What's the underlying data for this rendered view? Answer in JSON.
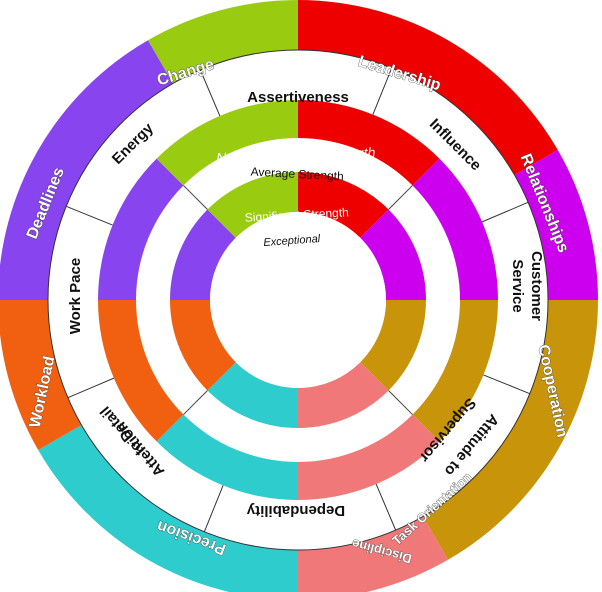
{
  "outer_ring": [
    {
      "label": "Leadership",
      "color": "#ee0000"
    },
    {
      "label": "Relationships",
      "color": "#cc00ee"
    },
    {
      "label": "Cooperation",
      "color": "#c8940a"
    },
    {
      "label": "Task Orientation",
      "color": "#f07878"
    },
    {
      "label": "Discipline",
      "color": "#f07878"
    },
    {
      "label": "Precision",
      "color": "#2ecccc"
    },
    {
      "label": "Workload",
      "color": "#f06010"
    },
    {
      "label": "Deadlines",
      "color": "#8844ee"
    },
    {
      "label": "Change",
      "color": "#99cc11"
    }
  ],
  "middle_ring": [
    {
      "label": "Assertiveness"
    },
    {
      "label": "Influence"
    },
    {
      "label": "Customer Service"
    },
    {
      "label": "Attitude to Supervisor"
    },
    {
      "label": "Dependability"
    },
    {
      "label": "Attention to Detail"
    },
    {
      "label": "Work Pace"
    },
    {
      "label": "Energy"
    }
  ],
  "levels": [
    {
      "label": "Not A Significant Strength"
    },
    {
      "label": "Average Strength"
    },
    {
      "label": "Significant Strength"
    },
    {
      "label": "Exceptional"
    }
  ]
}
